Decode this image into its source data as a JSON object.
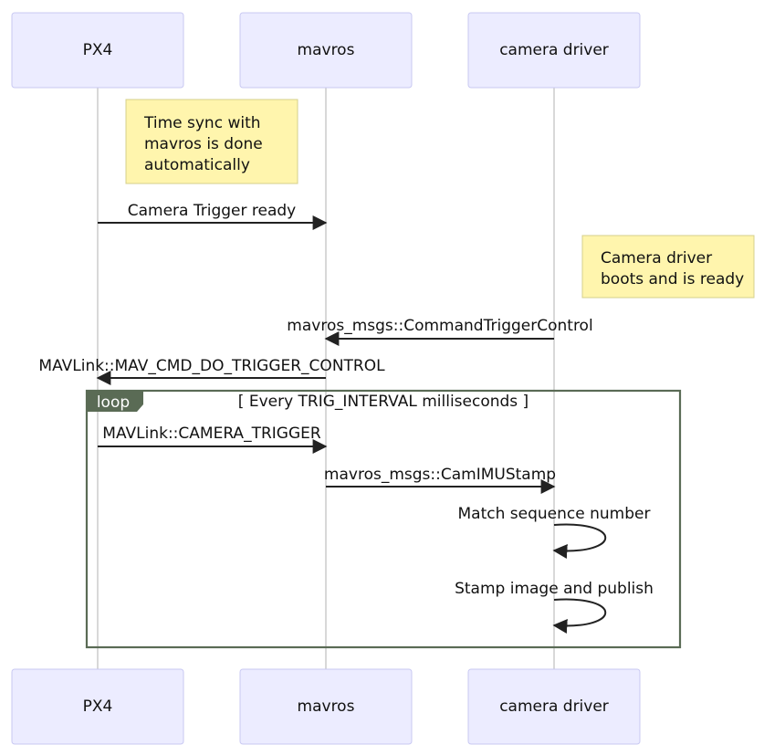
{
  "participants": [
    "PX4",
    "mavros",
    "camera driver"
  ],
  "notes": [
    {
      "lines": [
        "Time sync with",
        "mavros is done",
        "automatically"
      ]
    },
    {
      "lines": [
        "Camera driver",
        "boots and is ready"
      ]
    }
  ],
  "messages": [
    {
      "from": "PX4",
      "to": "mavros",
      "label": "Camera Trigger ready"
    },
    {
      "from": "camera driver",
      "to": "mavros",
      "label": "mavros_msgs::CommandTriggerControl"
    },
    {
      "from": "mavros",
      "to": "PX4",
      "label": "MAVLink::MAV_CMD_DO_TRIGGER_CONTROL"
    },
    {
      "from": "PX4",
      "to": "mavros",
      "label": "MAVLink::CAMERA_TRIGGER"
    },
    {
      "from": "mavros",
      "to": "camera driver",
      "label": "mavros_msgs::CamIMUStamp"
    },
    {
      "from": "camera driver",
      "to": "camera driver",
      "label": "Match sequence number"
    },
    {
      "from": "camera driver",
      "to": "camera driver",
      "label": "Stamp image and publish"
    }
  ],
  "loop": {
    "tag": "loop",
    "condition": "[ Every TRIG_INTERVAL milliseconds ]"
  }
}
